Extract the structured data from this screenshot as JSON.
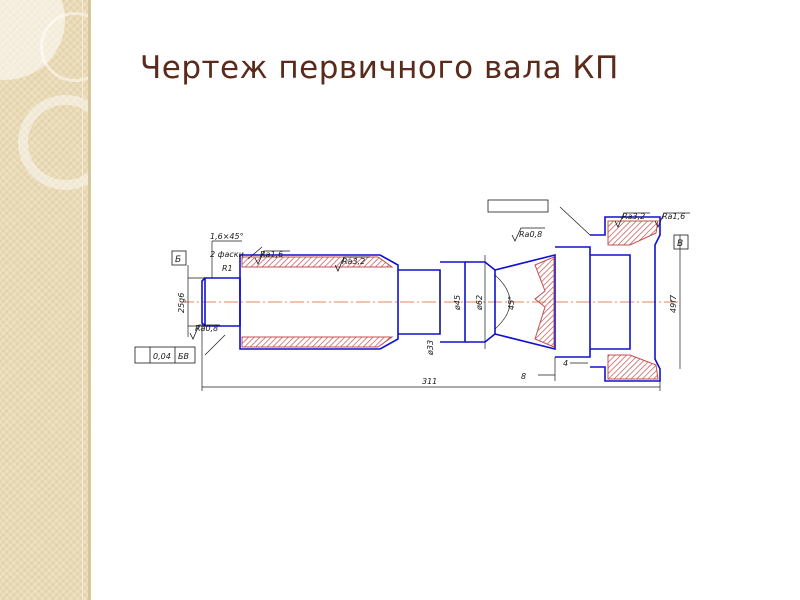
{
  "slide": {
    "title": "Чертеж первичного вала КП"
  },
  "drawing": {
    "annotations": {
      "chamfer_size": "1,6×45°",
      "chamfer_note": "2 фаски",
      "radius": "R1",
      "roughness_16_a": "Ra1,6",
      "roughness_32_a": "Ra3,2",
      "roughness_08_a": "Ra0,8",
      "roughness_08_b": "Ra0,8",
      "roughness_32_b": "Ra3,2",
      "roughness_16_b": "Ra1,6",
      "datum_b": "Б",
      "datum_v": "В",
      "tolerance_value": "0,04",
      "tolerance_datum": "БВ",
      "dim_diameter_25": "25g6",
      "dim_diameter_33": "ø33",
      "dim_diameter_45": "ø45",
      "dim_diameter_62": "ø62",
      "dim_angle_45": "45°",
      "dim_diameter_49": "49f7",
      "dim_length_311": "311",
      "dim_length_8": "8",
      "dim_length_4": "4"
    },
    "colors": {
      "outline": "#1010d0",
      "hatch": "#c25050",
      "dimension": "#1a1a1a",
      "axis": "#d86030"
    }
  }
}
